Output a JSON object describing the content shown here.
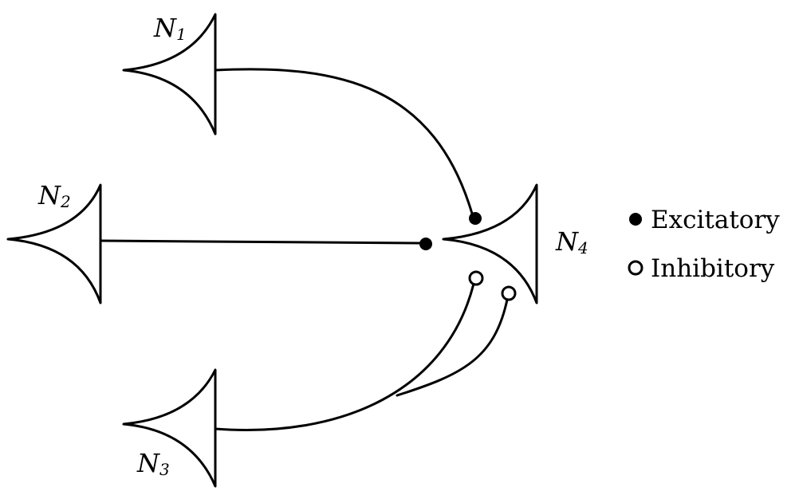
{
  "neurons": [
    {
      "id": "n1",
      "name": "N",
      "sub": "1"
    },
    {
      "id": "n2",
      "name": "N",
      "sub": "2"
    },
    {
      "id": "n3",
      "name": "N",
      "sub": "3"
    },
    {
      "id": "n4",
      "name": "N",
      "sub": "4"
    }
  ],
  "legend": {
    "excitatory": "Excitatory",
    "inhibitory": "Inhibitory"
  },
  "colors": {
    "stroke": "#000000",
    "background": "#ffffff"
  },
  "icons": {
    "excitatory": "filled-circle",
    "inhibitory": "open-circle"
  }
}
